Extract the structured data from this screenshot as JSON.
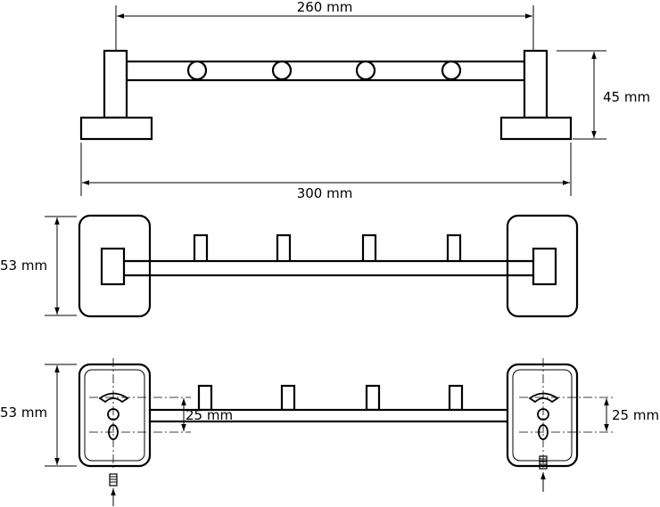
{
  "dimensions": {
    "hook_span": "260 mm",
    "overall_length": "300 mm",
    "height": "45 mm",
    "depth_top": "53 mm",
    "depth_bottom": "53 mm",
    "hole_spacing_left": "25 mm",
    "hole_spacing_right": "25 mm"
  },
  "views": [
    "front-view",
    "top-view",
    "back-view"
  ],
  "hook_count": 4,
  "colors": {
    "line": "#000000",
    "background": "#ffffff"
  }
}
